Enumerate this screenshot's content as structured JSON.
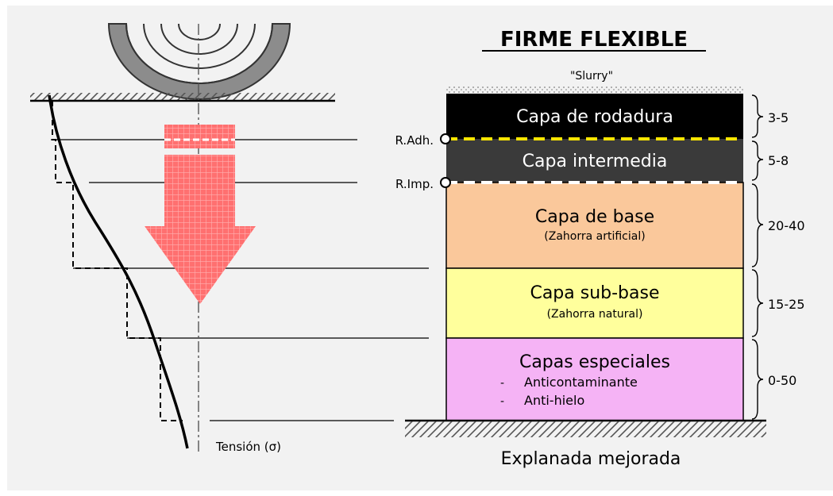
{
  "title": "FIRME FLEXIBLE",
  "slurry_label": "\"Slurry\"",
  "interfaces": {
    "adherence": "R.Adh.",
    "impregnation": "R.Imp."
  },
  "layers": [
    {
      "name": "Capa de rodadura",
      "subtitle": "",
      "thickness": "3-5",
      "color": "#000000",
      "text_color": "#ffffff"
    },
    {
      "name": "Capa intermedia",
      "subtitle": "",
      "thickness": "5-8",
      "color": "#3a3a3a",
      "text_color": "#ffffff"
    },
    {
      "name": "Capa de base",
      "subtitle": "(Zahorra artificial)",
      "thickness": "20-40",
      "color": "#fac89b",
      "text_color": "#000000"
    },
    {
      "name": "Capa sub-base",
      "subtitle": "(Zahorra natural)",
      "thickness": "15-25",
      "color": "#ffff9c",
      "text_color": "#000000"
    },
    {
      "name": "Capas especiales",
      "subtitle": "",
      "items": [
        "Anticontaminante",
        "Anti-hielo"
      ],
      "thickness": "0-50",
      "color": "#f5b3f5",
      "text_color": "#000000"
    }
  ],
  "foundation_label": "Explanada mejorada",
  "stress_label": "Tensión (σ)",
  "colors": {
    "arrow": "#ff6b6b",
    "adherence_line": "#ffe600",
    "hatch": "#555555",
    "wheel": "#8c8c8c"
  },
  "icons": {
    "wheel": "tire-cross-section-icon",
    "arrow": "load-arrow-icon"
  }
}
